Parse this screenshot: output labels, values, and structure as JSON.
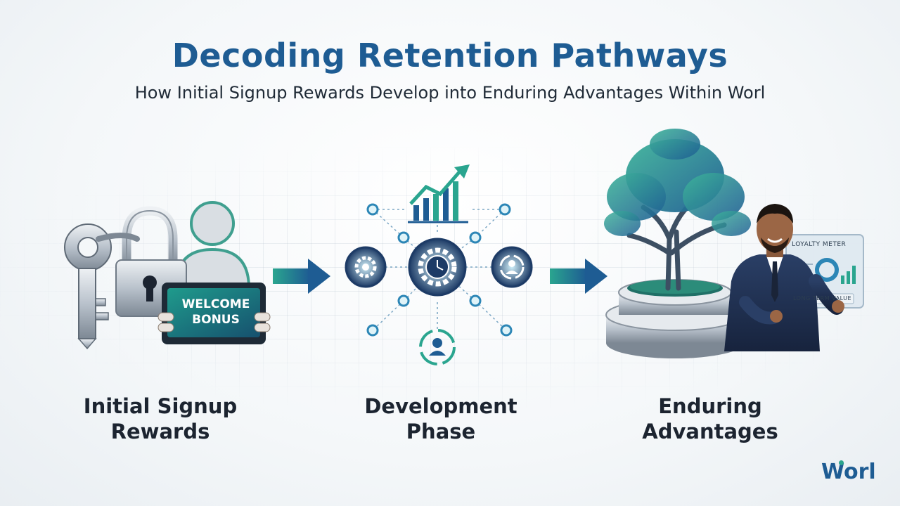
{
  "header": {
    "title": "Decoding Retention Pathways",
    "subtitle": "How Initial Signup Rewards Develop into Enduring Advantages Within Worl"
  },
  "stages": [
    {
      "line1": "Initial Signup",
      "line2": "Rewards"
    },
    {
      "line1": "Development",
      "line2": "Phase"
    },
    {
      "line1": "Enduring",
      "line2": "Advantages"
    }
  ],
  "stage1_art": {
    "screen_line1": "WELCOME",
    "screen_line2": "BONUS"
  },
  "stage3_art": {
    "meter_title": "LOYALTY METER",
    "meter_caption": "LONG TERM VALUE"
  },
  "brand": {
    "logo_text": "Worl"
  },
  "colors": {
    "title_blue": "#1e5c93",
    "teal": "#2ca58d",
    "navy": "#1d3b66",
    "arrow_start": "#2aa58f",
    "arrow_end": "#1e5c93"
  }
}
